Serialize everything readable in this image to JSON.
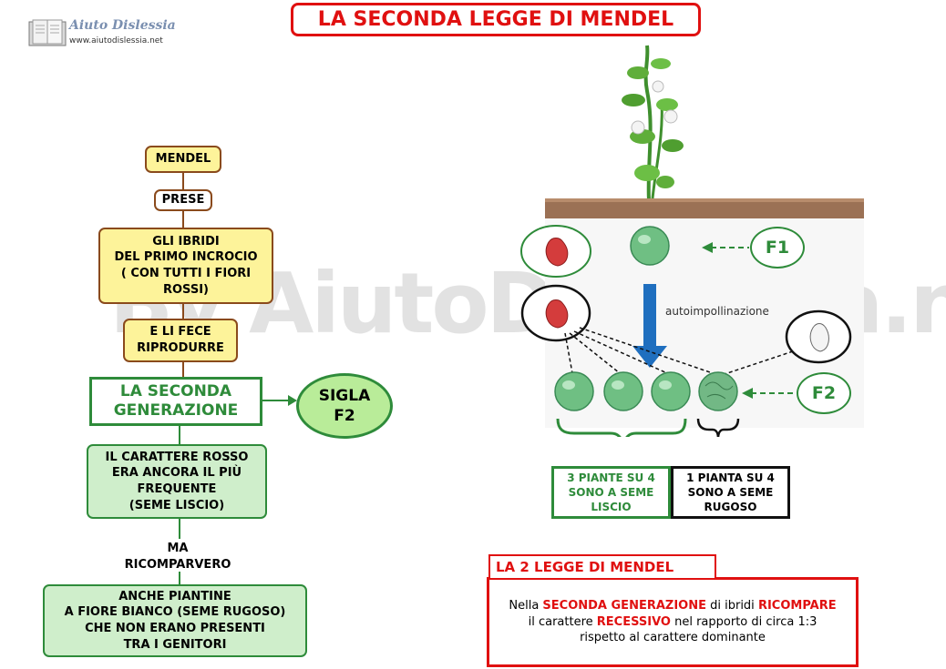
{
  "logo": {
    "name": "Aiuto Dislessia",
    "url": "www.aiutodislessia.net"
  },
  "title": "LA SECONDA LEGGE DI MENDEL",
  "watermark": "By AiutoDislessia.net",
  "flow": {
    "mendel": "MENDEL",
    "prese": "PRESE",
    "ibridi": "GLI IBRIDI\nDEL PRIMO INCROCIO\n( CON TUTTI I FIORI\nROSSI)",
    "fece": "E LI FECE\nRIPRODURRE",
    "generazione": "LA SECONDA\nGENERAZIONE",
    "sigla": "SIGLA\nF2",
    "carattere": "IL CARATTERE ROSSO\nERA ANCORA IL PIÙ\nFREQUENTE\n(SEME LISCIO)",
    "ma": "MA\nRICOMPARVERO",
    "piantine": "ANCHE PIANTINE\nA FIORE BIANCO  (SEME RUGOSO)\nCHE NON ERANO PRESENTI\nTRA I GENITORI"
  },
  "figure": {
    "f1": "F1",
    "f2": "F2",
    "autoimpollinazione": "autoimpollinazione",
    "result_smooth": "3 PIANTE SU 4\nSONO A SEME\nLISCIO",
    "result_wrinkled": "1 PIANTA SU 4\nSONO A SEME\nRUGOSO"
  },
  "law": {
    "header": "LA 2 LEGGE DI MENDEL",
    "p1": "Nella ",
    "k1": "SECONDA GENERAZIONE",
    "p2": " di ibridi ",
    "k2": "RICOMPARE",
    "p3": "il carattere ",
    "k3": "RECESSIVO",
    "p4": " nel rapporto di circa 1:3",
    "p5": "rispetto al carattere dominante"
  },
  "colors": {
    "red": "#e01010",
    "green": "#2e8b3a",
    "yellow": "#fdf39a",
    "brown": "#8a4a1c",
    "arrow": "#1f6fbf"
  }
}
